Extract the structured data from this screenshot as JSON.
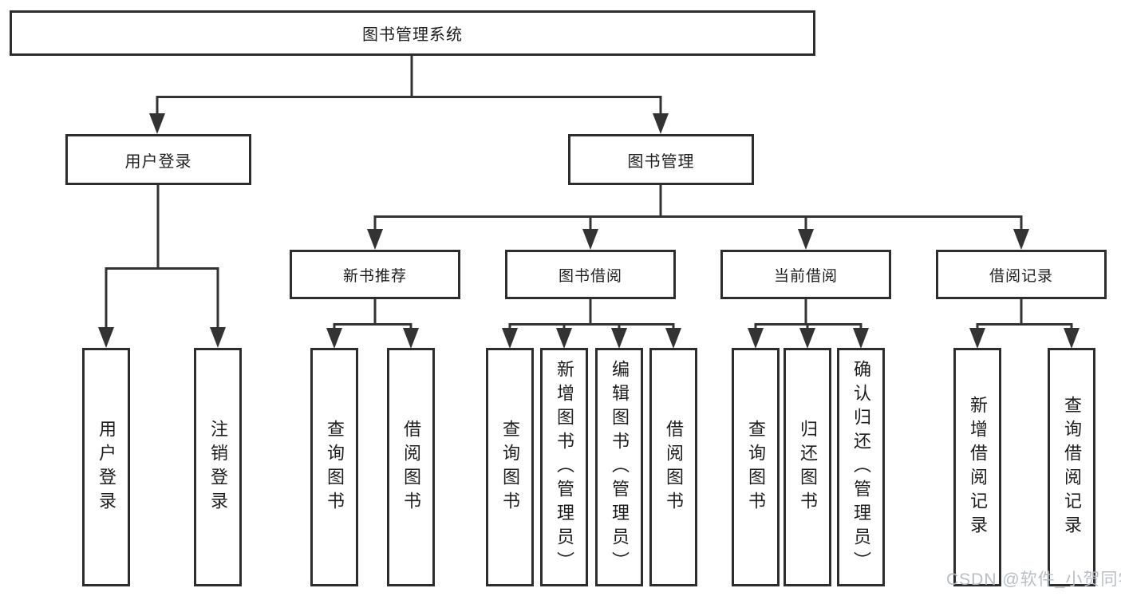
{
  "diagram": {
    "root": {
      "label": "图书管理系统"
    },
    "level1": [
      {
        "label": "用户登录"
      },
      {
        "label": "图书管理"
      }
    ],
    "level2": [
      {
        "label": "新书推荐"
      },
      {
        "label": "图书借阅"
      },
      {
        "label": "当前借阅"
      },
      {
        "label": "借阅记录"
      }
    ],
    "leaves": {
      "user_login": [
        "用户登录",
        "注销登录"
      ],
      "new_book_rec": [
        "查询图书",
        "借阅图书"
      ],
      "book_borrow": [
        "查询图书",
        "新增图书（管理员）",
        "编辑图书（管理员）",
        "借阅图书"
      ],
      "current_borrow": [
        "查询图书",
        "归还图书",
        "确认归还（管理员）"
      ],
      "borrow_record": [
        "新增借阅记录",
        "查询借阅记录"
      ]
    }
  },
  "watermark": {
    "text": "CSDN @软件_小贺同学"
  },
  "colors": {
    "line": "#333333",
    "box_border": "#2d2d2d",
    "box_fill": "#ffffff",
    "text": "#1e1e1e",
    "watermark": "#b5bbc1",
    "background": "#ffffff"
  }
}
